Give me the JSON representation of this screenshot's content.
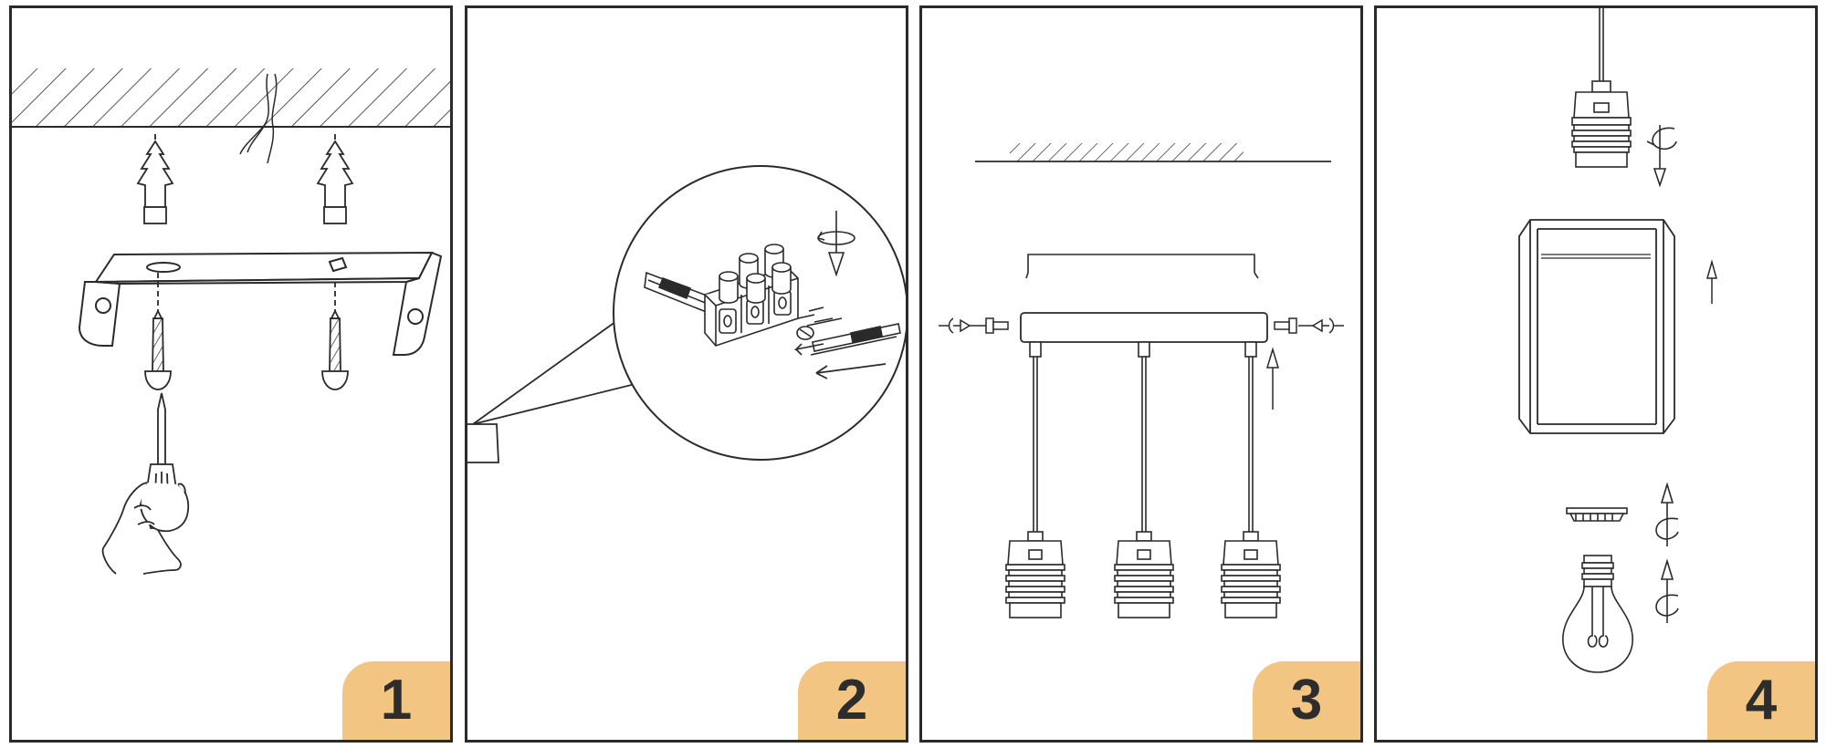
{
  "steps": [
    {
      "number": "1"
    },
    {
      "number": "2"
    },
    {
      "number": "3"
    },
    {
      "number": "4"
    }
  ],
  "colors": {
    "line": "#2a2a2a",
    "badge": "#f2c583",
    "badge_text": "#2d2d2d",
    "background": "#ffffff"
  }
}
